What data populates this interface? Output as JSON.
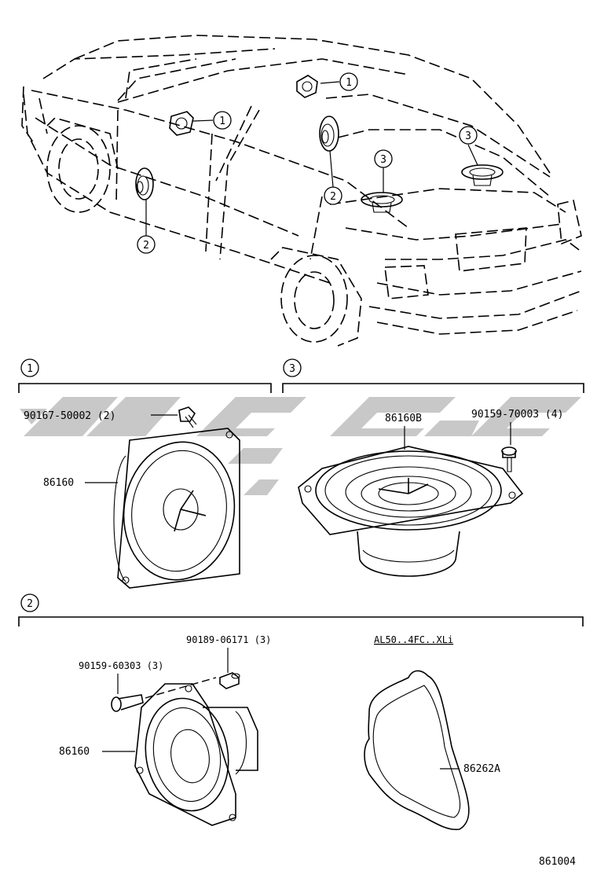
{
  "diagram_code": "861004",
  "overview": {
    "callouts": [
      "1",
      "1",
      "2",
      "2",
      "3",
      "3"
    ]
  },
  "section1": {
    "index": "1",
    "parts": {
      "screw": "90167-50002 (2)",
      "speaker": "86160"
    }
  },
  "section3": {
    "index": "3",
    "parts": {
      "speaker": "86160B",
      "screw": "90159-70003 (4)"
    }
  },
  "section2": {
    "index": "2",
    "parts": {
      "nut": "90189-06171 (3)",
      "screw": "90159-60303 (3)",
      "speaker": "86160",
      "cover": "86262A"
    },
    "variant_note": "AL50..4FC..XLi"
  },
  "watermark": {
    "color": "#9a9a9a"
  }
}
